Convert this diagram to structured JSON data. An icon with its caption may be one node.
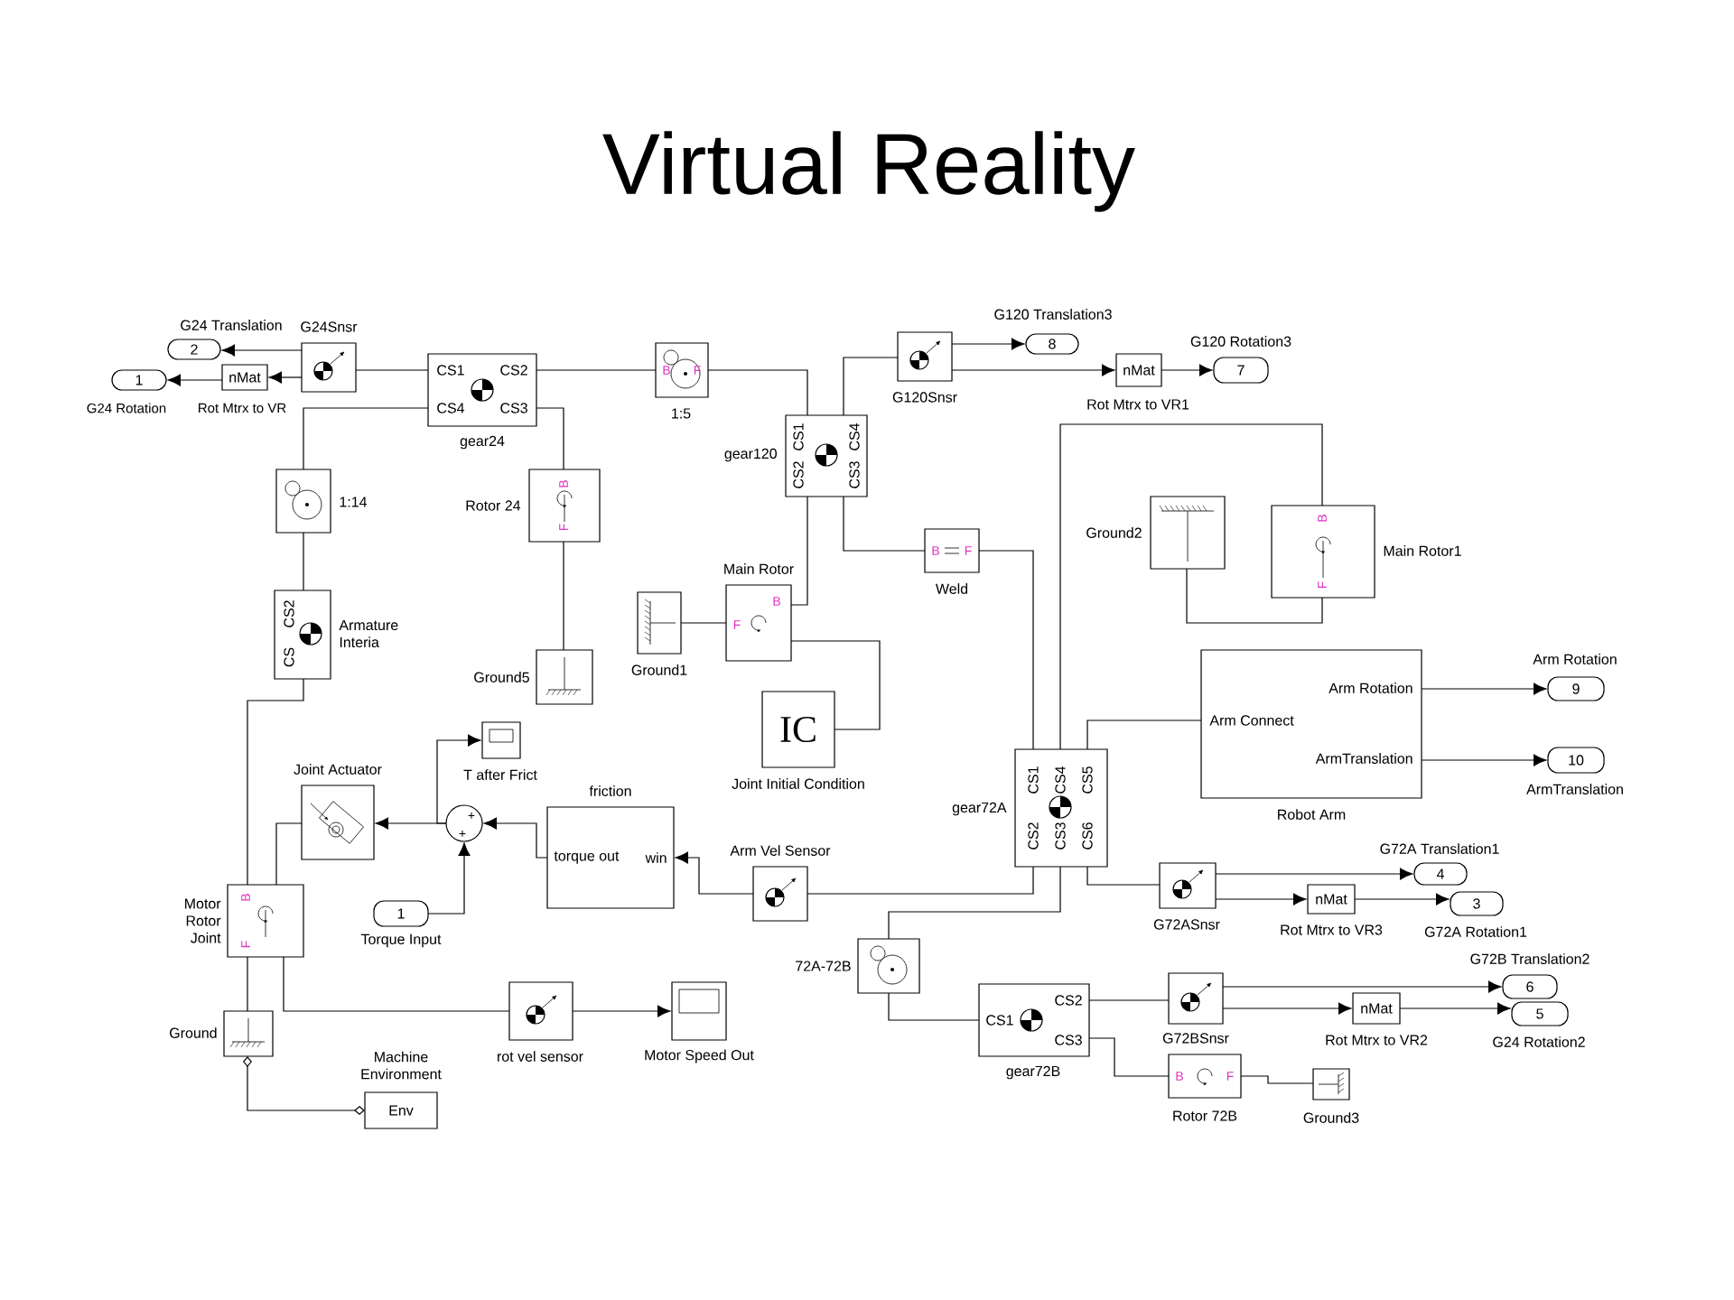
{
  "diagram": {
    "title": "Virtual Reality",
    "nodes": [
      {
        "text": [
          "G24 Translation",
          "2"
        ]
      },
      {
        "text": [
          "1",
          "G24 Rotation"
        ]
      },
      {
        "text": [
          "nMat",
          "Rot Mtrx to VR"
        ]
      },
      {
        "text": [
          "G24Snsr"
        ]
      },
      {
        "text": [
          "CS1",
          "CS2",
          "CS4",
          "CS3",
          "gear24"
        ]
      },
      {
        "text": [
          "1:14"
        ]
      },
      {
        "text": [
          "B",
          "F",
          "Rotor 24"
        ]
      },
      {
        "text": [
          "CS2",
          "CS",
          "Armature Interia"
        ]
      },
      {
        "text": [
          "Ground5"
        ]
      },
      {
        "text": [
          "B",
          "F",
          "1:5"
        ]
      },
      {
        "text": [
          "CS1",
          "CS2",
          "CS4",
          "CS3",
          "gear120"
        ]
      },
      {
        "text": [
          "G120Snsr"
        ]
      },
      {
        "text": [
          "G120 Translation3",
          "8"
        ]
      },
      {
        "text": [
          "nMat",
          "Rot Mtrx to VR1"
        ]
      },
      {
        "text": [
          "G120 Rotation3",
          "7"
        ]
      },
      {
        "text": [
          "Ground1"
        ]
      },
      {
        "text": [
          "Main Rotor",
          "B",
          "F"
        ]
      },
      {
        "text": [
          "B",
          "F",
          "Weld"
        ]
      },
      {
        "text": [
          "Ground2"
        ]
      },
      {
        "text": [
          "B",
          "F",
          "Main Rotor1"
        ]
      },
      {
        "text": [
          "IC",
          "Joint Initial Condition"
        ]
      },
      {
        "text": [
          "Arm Rotation",
          "Arm Connect",
          "ArmTranslation",
          "Robot Arm"
        ]
      },
      {
        "text": [
          "Arm Rotation",
          "9"
        ]
      },
      {
        "text": [
          "10",
          "ArmTranslation"
        ]
      },
      {
        "text": [
          "CS1",
          "CS4",
          "CS5",
          "CS2",
          "CS3",
          "CS6",
          "gear72A"
        ]
      },
      {
        "text": [
          "T after Frict"
        ]
      },
      {
        "text": [
          "Joint Actuator"
        ]
      },
      {
        "text": [
          "+",
          "+"
        ]
      },
      {
        "text": [
          "friction",
          "torque out",
          "win"
        ]
      },
      {
        "text": [
          "Arm Vel Sensor"
        ]
      },
      {
        "text": [
          "1",
          "Torque Input"
        ]
      },
      {
        "text": [
          "B",
          "F",
          "Motor Rotor Joint"
        ]
      },
      {
        "text": [
          "Ground"
        ]
      },
      {
        "text": [
          "Machine Environment",
          "Env"
        ]
      },
      {
        "text": [
          "rot vel sensor"
        ]
      },
      {
        "text": [
          "Motor Speed Out"
        ]
      },
      {
        "text": [
          "72A-72B"
        ]
      },
      {
        "text": [
          "CS1",
          "CS2",
          "CS3",
          "gear72B"
        ]
      },
      {
        "text": [
          "G72ASnsr"
        ]
      },
      {
        "text": [
          "G72A Translation1",
          "4"
        ]
      },
      {
        "text": [
          "nMat",
          "Rot Mtrx to VR3"
        ]
      },
      {
        "text": [
          "3",
          "G72A Rotation1"
        ]
      },
      {
        "text": [
          "G72BSnsr"
        ]
      },
      {
        "text": [
          "G72B Translation2",
          "6"
        ]
      },
      {
        "text": [
          "nMat",
          "Rot Mtrx to VR2"
        ]
      },
      {
        "text": [
          "5",
          "G24 Rotation2"
        ]
      },
      {
        "text": [
          "B",
          "F",
          "Rotor 72B"
        ]
      },
      {
        "text": [
          "Ground3"
        ]
      }
    ],
    "edges": [
      {
        "from": 3,
        "to": 0,
        "arrow": "to"
      },
      {
        "from": 3,
        "to": 2,
        "arrow": "to"
      },
      {
        "from": 2,
        "to": 1,
        "arrow": "to"
      },
      {
        "from": 4,
        "to": 3,
        "arrow": "none"
      },
      {
        "from": 4,
        "to": 9,
        "arrow": "none"
      },
      {
        "from": 4,
        "to": 5,
        "arrow": "none"
      },
      {
        "from": 4,
        "to": 6,
        "arrow": "none"
      },
      {
        "from": 6,
        "to": 8,
        "arrow": "none"
      },
      {
        "from": 5,
        "to": 7,
        "arrow": "none"
      },
      {
        "from": 7,
        "to": 31,
        "arrow": "none"
      },
      {
        "from": 9,
        "to": 10,
        "arrow": "none"
      },
      {
        "from": 10,
        "to": 11,
        "arrow": "none"
      },
      {
        "from": 11,
        "to": 12,
        "arrow": "to"
      },
      {
        "from": 11,
        "to": 13,
        "arrow": "to"
      },
      {
        "from": 13,
        "to": 14,
        "arrow": "to"
      },
      {
        "from": 10,
        "to": 16,
        "arrow": "none"
      },
      {
        "from": 10,
        "to": 17,
        "arrow": "none"
      },
      {
        "from": 17,
        "to": 24,
        "arrow": "none"
      },
      {
        "from": 15,
        "to": 16,
        "arrow": "none"
      },
      {
        "from": 16,
        "to": 20,
        "arrow": "none"
      },
      {
        "from": 24,
        "to": 19,
        "arrow": "none"
      },
      {
        "from": 18,
        "to": 19,
        "arrow": "none"
      },
      {
        "from": 24,
        "to": 21,
        "arrow": "none"
      },
      {
        "from": 21,
        "to": 22,
        "arrow": "to"
      },
      {
        "from": 21,
        "to": 23,
        "arrow": "to"
      },
      {
        "from": 24,
        "to": 29,
        "arrow": "none"
      },
      {
        "from": 29,
        "to": 28,
        "arrow": "to"
      },
      {
        "from": 28,
        "to": 27,
        "arrow": "to"
      },
      {
        "from": 30,
        "to": 27,
        "arrow": "to"
      },
      {
        "from": 27,
        "to": 26,
        "arrow": "to"
      },
      {
        "from": 27,
        "to": 25,
        "arrow": "to"
      },
      {
        "from": 26,
        "to": 31,
        "arrow": "none"
      },
      {
        "from": 31,
        "to": 32,
        "arrow": "none"
      },
      {
        "from": 31,
        "to": 34,
        "arrow": "none"
      },
      {
        "from": 34,
        "to": 35,
        "arrow": "to"
      },
      {
        "from": 32,
        "to": 33,
        "arrow": "other"
      },
      {
        "from": 24,
        "to": 36,
        "arrow": "none"
      },
      {
        "from": 36,
        "to": 37,
        "arrow": "none"
      },
      {
        "from": 24,
        "to": 38,
        "arrow": "none"
      },
      {
        "from": 38,
        "to": 39,
        "arrow": "to"
      },
      {
        "from": 38,
        "to": 40,
        "arrow": "to"
      },
      {
        "from": 40,
        "to": 41,
        "arrow": "to"
      },
      {
        "from": 37,
        "to": 42,
        "arrow": "none"
      },
      {
        "from": 42,
        "to": 43,
        "arrow": "to"
      },
      {
        "from": 42,
        "to": 44,
        "arrow": "to"
      },
      {
        "from": 44,
        "to": 45,
        "arrow": "to"
      },
      {
        "from": 37,
        "to": 46,
        "arrow": "none"
      },
      {
        "from": 46,
        "to": 47,
        "arrow": "none"
      }
    ]
  }
}
